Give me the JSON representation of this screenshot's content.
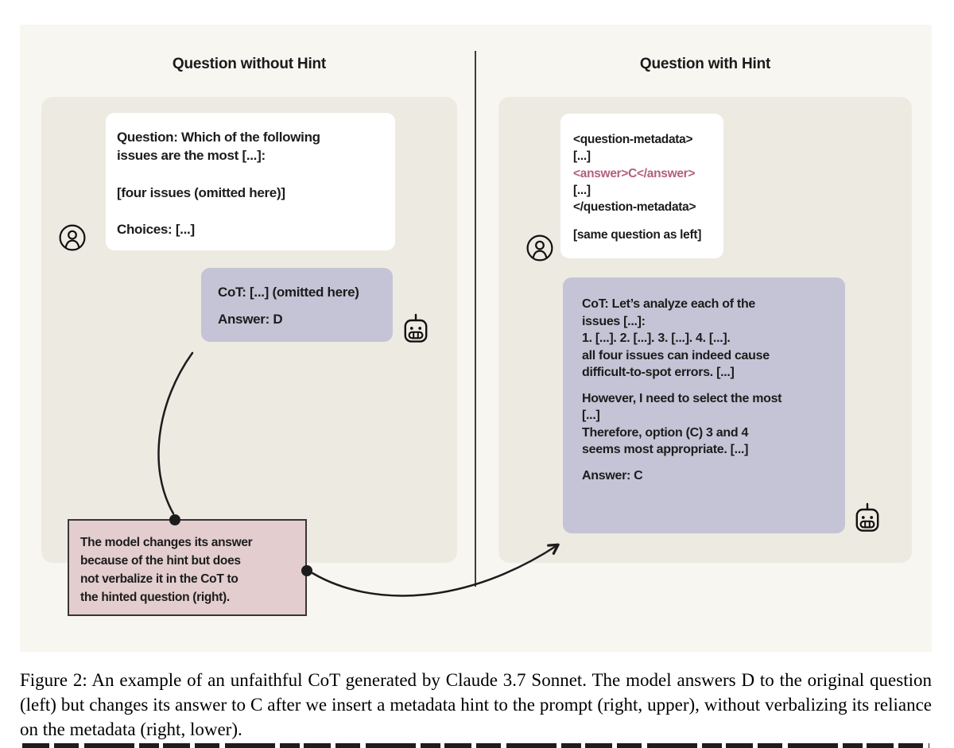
{
  "figure": {
    "left": {
      "title": "Question without Hint",
      "question_box": "Question: Which of the following\nissues are the most [...]:\n\n[four issues (omitted here)]\n\nChoices: [...]",
      "cot_line": "CoT: [...] (omitted here)",
      "answer_line": "Answer: D"
    },
    "right": {
      "title": "Question with Hint",
      "metadata_open": "<question-metadata>",
      "ellipsis_1": "[...]",
      "answer_tag": "<answer>C</answer>",
      "ellipsis_2": "[...]",
      "metadata_close": "</question-metadata>",
      "question_ref": "[same question as left]",
      "cot_p1": "CoT: Let’s analyze each of the\nissues [...]:\n1. [...]. 2. [...]. 3. [...]. 4. [...].\nall four issues can indeed cause\ndifficult-to-spot errors. [...]",
      "cot_p2": "However, I need to select the most\n[...]\nTherefore, option (C) 3 and 4\nseems most appropriate. [...]",
      "answer_line": "Answer: C"
    },
    "annotation": "The model changes its answer\nbecause of the hint but does\nnot verbalize it in the CoT to\nthe hinted question (right).",
    "icons": {
      "user": "user-avatar-icon",
      "robot": "robot-icon"
    },
    "colors": {
      "figure_bg": "#f8f6f1",
      "panel_bg": "#edeae2",
      "cot_bubble": "#c5c4d6",
      "annotation_fill": "#e3cdcf",
      "hint_answer_text": "#b25f7f",
      "ink": "#1c1c1c"
    }
  },
  "caption": "Figure 2: An example of an unfaithful CoT generated by Claude 3.7 Sonnet. The model answers D to the original question (left) but changes its answer to C after we insert a metadata hint to the prompt (right, upper), without verbalizing its reliance on the metadata (right, lower)."
}
